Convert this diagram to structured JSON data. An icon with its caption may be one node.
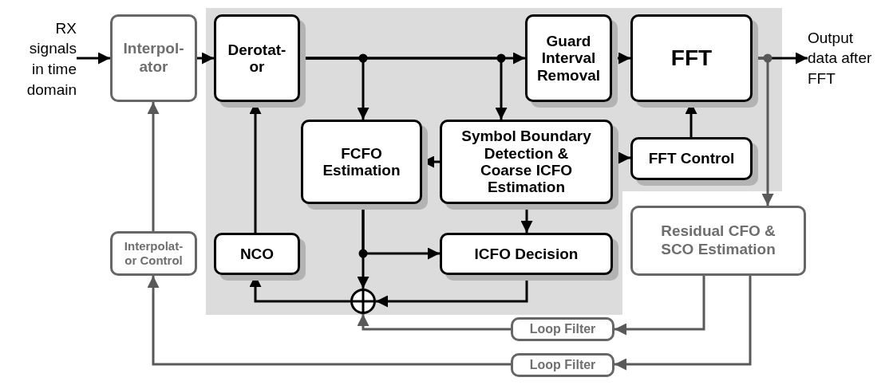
{
  "diagram": {
    "nodes": [
      {
        "text": [],
        "shape": "box"
      },
      {
        "text": [
          "RX signals in time domain"
        ]
      },
      {
        "text": [
          "Interpol- ator"
        ]
      },
      {
        "text": [
          "Derotat- or"
        ],
        "in": 0
      },
      {
        "text": [
          "Guard Interval Removal"
        ],
        "in": 0
      },
      {
        "text": [
          "FFT"
        ],
        "in": 0
      },
      {
        "text": [
          "Output data after FFT"
        ]
      },
      {
        "text": [
          "FCFO Estimation"
        ],
        "in": 0
      },
      {
        "text": [
          "Symbol Boundary Detection & Coarse ICFO Estimation"
        ],
        "in": 0
      },
      {
        "text": [
          "FFT Control"
        ],
        "in": 0
      },
      {
        "text": [
          "Residual CFO & SCO Estimation"
        ]
      },
      {
        "text": [
          "Interpolat- or Control"
        ]
      },
      {
        "text": [
          "NCO"
        ],
        "in": 0
      },
      {
        "text": [
          "ICFO Decision"
        ],
        "in": 0
      },
      {
        "text": [],
        "shape": "circle",
        "in": 0
      },
      {
        "text": [
          "Loop Filter"
        ]
      },
      {
        "text": [
          "Loop Filter"
        ]
      }
    ],
    "edges": [
      {
        "from": 1,
        "to": 2,
        "arrow": "to"
      },
      {
        "from": 2,
        "to": 3,
        "arrow": "to"
      },
      {
        "from": 3,
        "to": 4,
        "arrow": "to"
      },
      {
        "from": 3,
        "to": 7,
        "arrow": "to"
      },
      {
        "from": 3,
        "to": 8,
        "arrow": "to"
      },
      {
        "from": 4,
        "to": 5,
        "arrow": "to"
      },
      {
        "from": 5,
        "to": 6,
        "arrow": "to"
      },
      {
        "from": 5,
        "to": 10,
        "arrow": "to",
        "color": "#595959"
      },
      {
        "from": 9,
        "to": 5,
        "arrow": "to"
      },
      {
        "from": 8,
        "to": 7,
        "arrow": "to"
      },
      {
        "from": 8,
        "to": 9,
        "arrow": "to"
      },
      {
        "from": 8,
        "to": 13,
        "arrow": "to"
      },
      {
        "from": 7,
        "to": 14,
        "arrow": "to"
      },
      {
        "from": 7,
        "to": 13,
        "arrow": "to"
      },
      {
        "from": 13,
        "to": 14,
        "arrow": "to"
      },
      {
        "from": 14,
        "to": 12,
        "arrow": "to"
      },
      {
        "from": 12,
        "to": 3,
        "arrow": "to"
      },
      {
        "from": 10,
        "to": 15,
        "arrow": "to",
        "color": "#595959"
      },
      {
        "from": 15,
        "to": 14,
        "arrow": "to",
        "color": "#595959"
      },
      {
        "from": 10,
        "to": 16,
        "arrow": "to",
        "color": "#595959"
      },
      {
        "from": 16,
        "to": 11,
        "arrow": "to",
        "color": "#595959"
      },
      {
        "from": 11,
        "to": 2,
        "arrow": "to",
        "color": "#595959"
      }
    ]
  }
}
